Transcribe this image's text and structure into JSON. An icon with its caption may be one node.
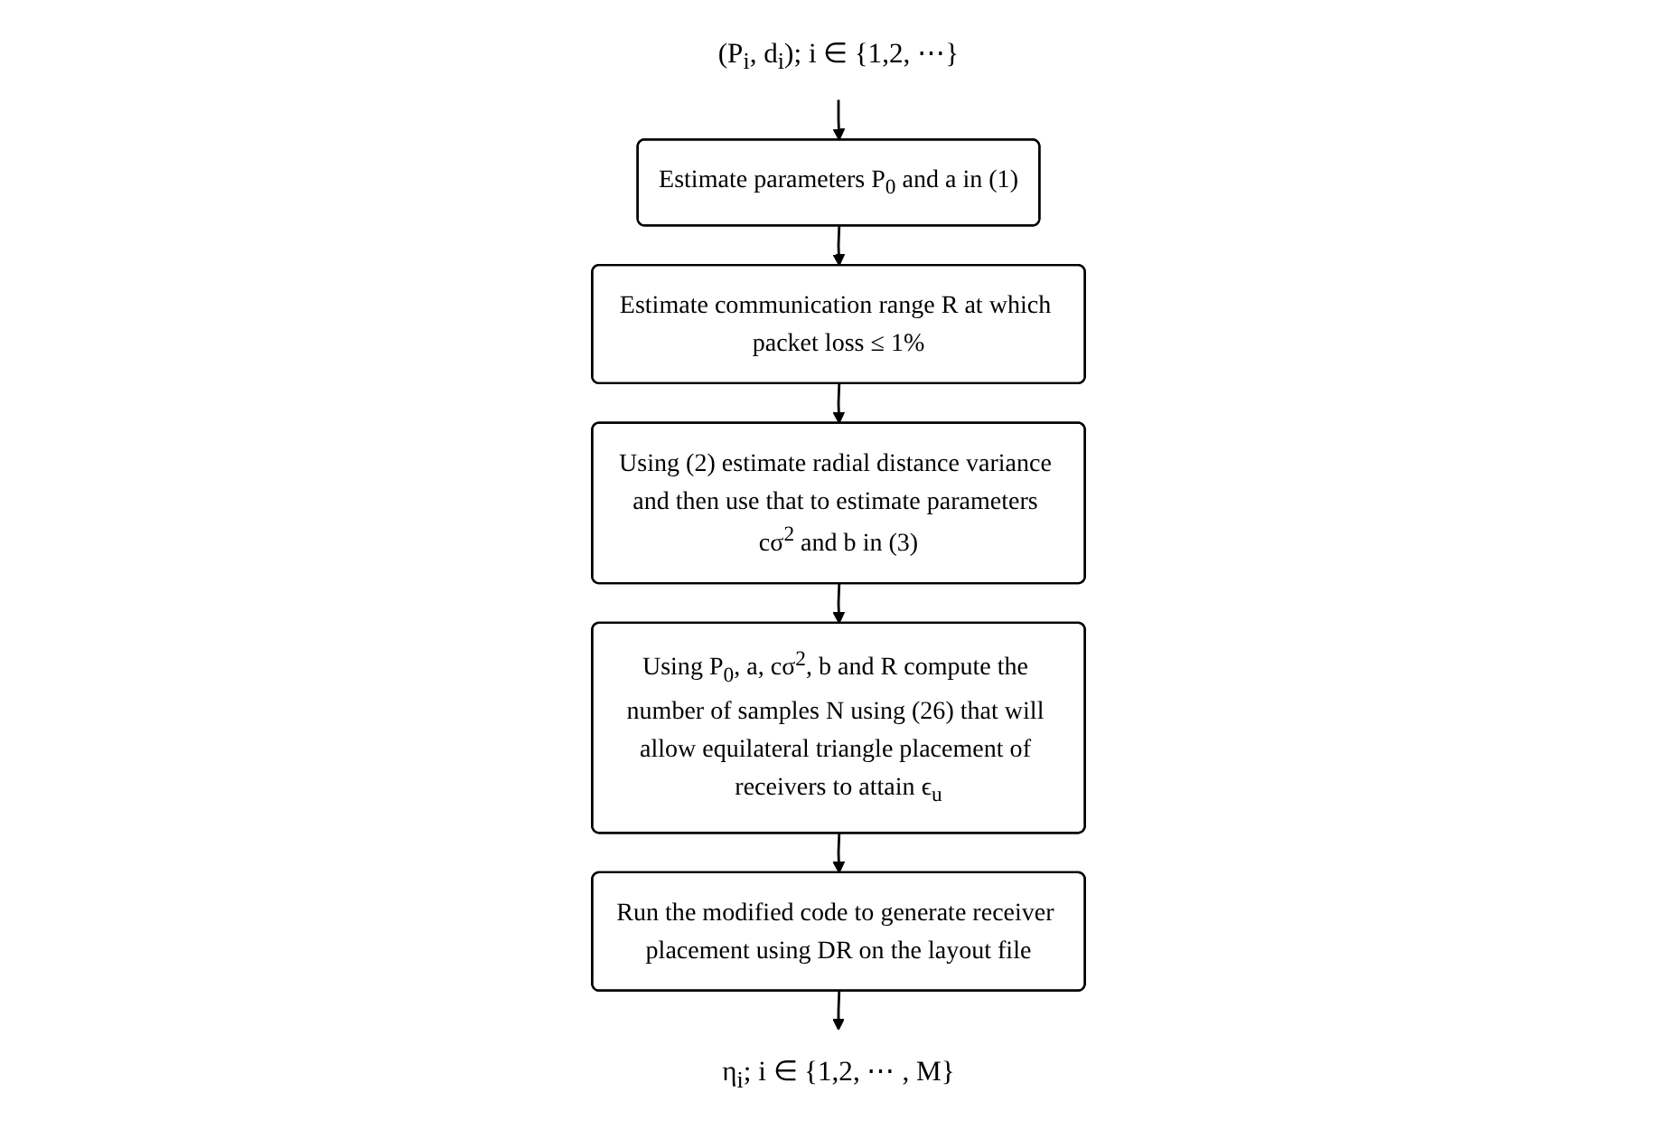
{
  "diagram": {
    "nodes": [
      {
        "text": [
          "(P$_{i}$, d$_{i}$); i ∈ {1,2, ⋯}"
        ]
      },
      {
        "text": [
          "Estimate parameters P$_{0}$ and a in (1)"
        ]
      },
      {
        "text": [
          "Estimate communication range R at which packet loss ≤ 1%"
        ]
      },
      {
        "text": [
          "Using (2) estimate radial distance variance and then use that to estimate parameters cσ$^{2}$ and b in (3)"
        ]
      },
      {
        "text": [
          "Using P$_{0}$, a, cσ$^{2}$, b and R compute the number of samples N using (26) that will allow equilateral triangle placement of receivers to attain ϵ$_{u}$"
        ]
      },
      {
        "text": [
          "Run the modified code to generate receiver placement using DR on the layout file"
        ]
      },
      {
        "text": [
          "η$_{i}$; i ∈ {1,2, ⋯ , M}"
        ]
      }
    ],
    "edges": [
      {
        "from": 0,
        "to": 1,
        "arrow": "to"
      },
      {
        "from": 1,
        "to": 2,
        "arrow": "to"
      },
      {
        "from": 2,
        "to": 3,
        "arrow": "to"
      },
      {
        "from": 3,
        "to": 4,
        "arrow": "to"
      },
      {
        "from": 4,
        "to": 5,
        "arrow": "to"
      },
      {
        "from": 5,
        "to": 6,
        "arrow": "to"
      }
    ]
  }
}
